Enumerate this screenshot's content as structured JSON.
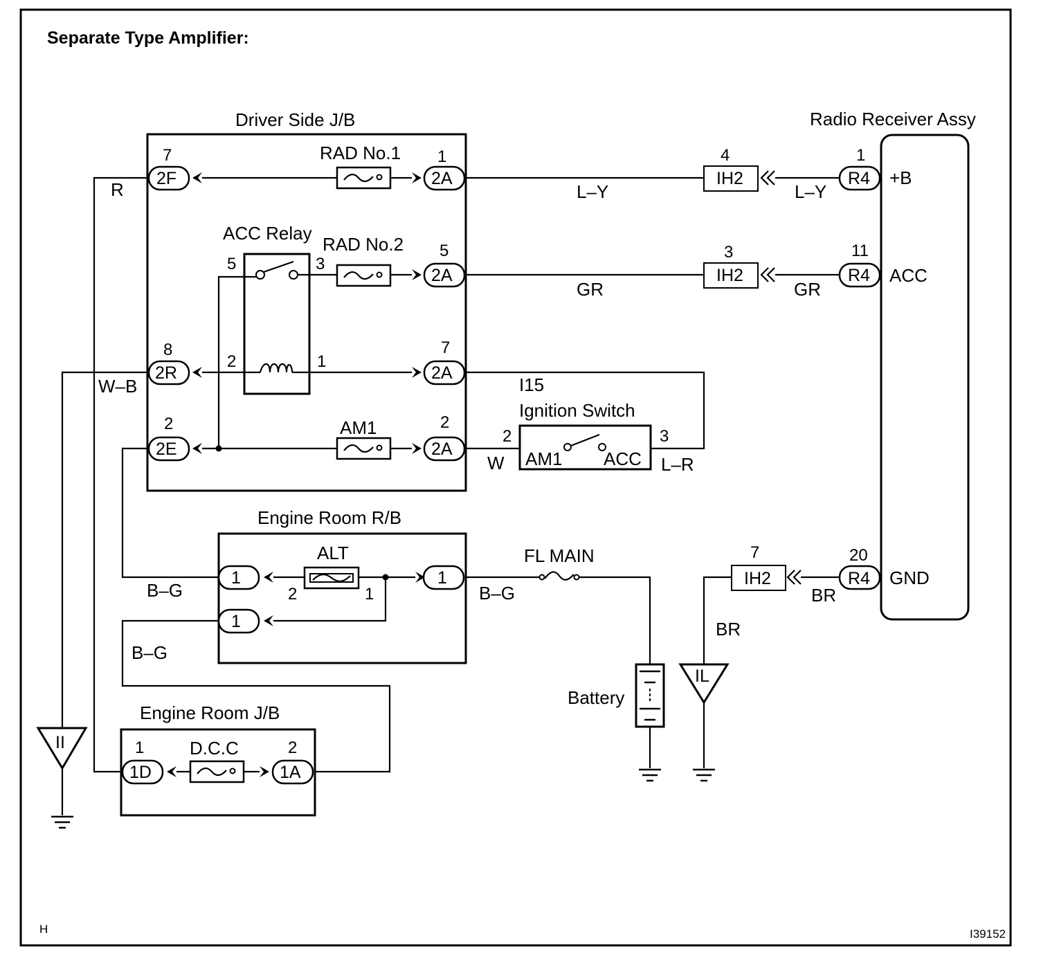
{
  "title": "Separate Type Amplifier:",
  "footer": {
    "left": "H",
    "right": "I39152"
  },
  "components": {
    "driver_jb": "Driver Side J/B",
    "radio": "Radio Receiver Assy",
    "acc_relay": "ACC Relay",
    "rad1": "RAD No.1",
    "rad2": "RAD No.2",
    "am1": "AM1",
    "ign_code": "I15",
    "ign": "Ignition Switch",
    "ign_am1": "AM1",
    "ign_acc": "ACC",
    "engine_rb": "Engine Room R/B",
    "alt": "ALT",
    "fl_main": "FL MAIN",
    "engine_jb": "Engine Room J/B",
    "dcc": "D.C.C",
    "battery": "Battery"
  },
  "connectors": {
    "c2F": "2F",
    "c2R": "2R",
    "c2E": "2E",
    "c2A1": "2A",
    "c2A2": "2A",
    "c2A3": "2A",
    "c2A4": "2A",
    "ih2a": "IH2",
    "ih2b": "IH2",
    "ih2c": "IH2",
    "r4a": "R4",
    "r4b": "R4",
    "r4c": "R4",
    "rb1": "1",
    "rb2": "1",
    "rb3": "1",
    "c1D": "1D",
    "c1A": "1A",
    "gnd_ii": "II",
    "gnd_il": "IL"
  },
  "pins": {
    "p2F": "7",
    "p2A1": "1",
    "p2A2": "5",
    "p2R": "8",
    "p2A3": "7",
    "p2E": "2",
    "p2A4": "2",
    "relay5": "5",
    "relay3": "3",
    "relay2": "2",
    "relay1": "1",
    "ign2": "2",
    "ign3": "3",
    "ih2a": "4",
    "ih2b": "3",
    "ih2c": "7",
    "r4a": "1",
    "r4b": "11",
    "r4c": "20",
    "alt2": "2",
    "alt1": "1",
    "jb1": "1",
    "jb2": "2"
  },
  "terminals": {
    "b": "+B",
    "acc": "ACC",
    "gnd": "GND"
  },
  "wires": {
    "r": "R",
    "ly1": "L–Y",
    "ly2": "L–Y",
    "gr1": "GR",
    "gr2": "GR",
    "wb": "W–B",
    "w": "W",
    "lr": "L–R",
    "bg1": "B–G",
    "bg2": "B–G",
    "bg3": "B–G",
    "br1": "BR",
    "br2": "BR"
  }
}
